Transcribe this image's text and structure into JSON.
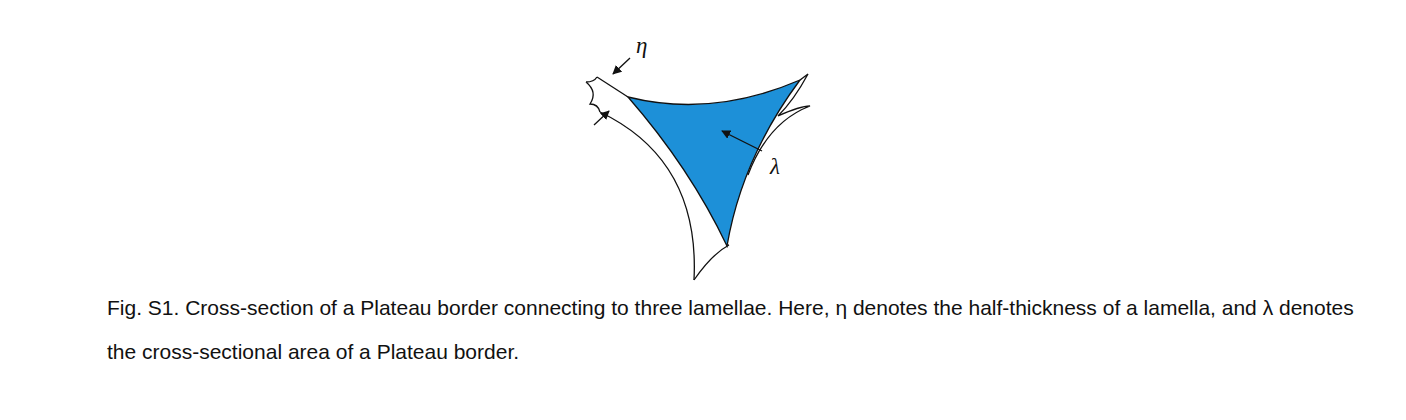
{
  "diagram": {
    "caption": "Fig. S1. Cross-section of a Plateau border connecting to three lamellae. Here, η denotes the half-thickness of a lamella, and λ denotes the cross-sectional area of a Plateau border.",
    "labels": [
      "η",
      "λ"
    ]
  }
}
